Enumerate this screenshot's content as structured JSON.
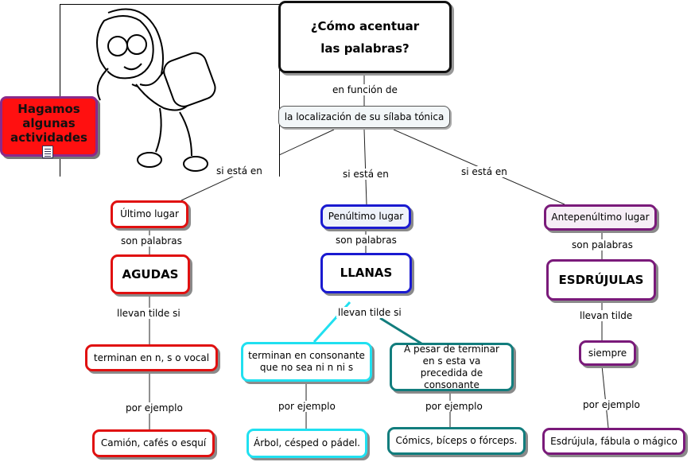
{
  "main_question": {
    "line1": "¿Cómo acentuar",
    "line2": "las palabras?"
  },
  "link_en_funcion": "en función de",
  "localizacion": "la localización de su sílaba tónica",
  "link_si_esta_en": [
    "si está en",
    "si está en",
    "si está en"
  ],
  "activity_button": {
    "line1": "Hagamos",
    "line2": "algunas",
    "line3": "actividades"
  },
  "branches": {
    "agudas": {
      "lugar": "Último lugar",
      "son": "son palabras",
      "title": "AGUDAS",
      "llevan": "llevan tilde si",
      "condicion": "terminan en n, s o vocal",
      "por_ejemplo": "por ejemplo",
      "ejemplo": "Camión, cafés o esquí"
    },
    "llanas": {
      "lugar": "Penúltimo lugar",
      "son": "son palabras",
      "title": "LLANAS",
      "llevan": "llevan tilde si",
      "condicion1": "terminan en consonante que no sea ni n ni s",
      "condicion2": "A pesar de terminar en s esta va precedida de consonante",
      "por_ejemplo1": "por ejemplo",
      "ejemplo1": "Árbol, césped o pádel.",
      "por_ejemplo2": "por ejemplo",
      "ejemplo2": "Cómics, bíceps o fórceps."
    },
    "esdrujulas": {
      "lugar": "Antepenúltimo lugar",
      "son": "son palabras",
      "title": "ESDRÚJULAS",
      "llevan": "llevan tilde",
      "condicion": "siempre",
      "por_ejemplo": "por ejemplo",
      "ejemplo": "Esdrújula, fábula o mágico"
    }
  },
  "colors": {
    "red": "#e01010",
    "blue": "#1a1ad0",
    "purple": "#7a1a7a",
    "cyan": "#20e0f0",
    "teal": "#127d7d",
    "activity_bg": "#ff1010"
  }
}
